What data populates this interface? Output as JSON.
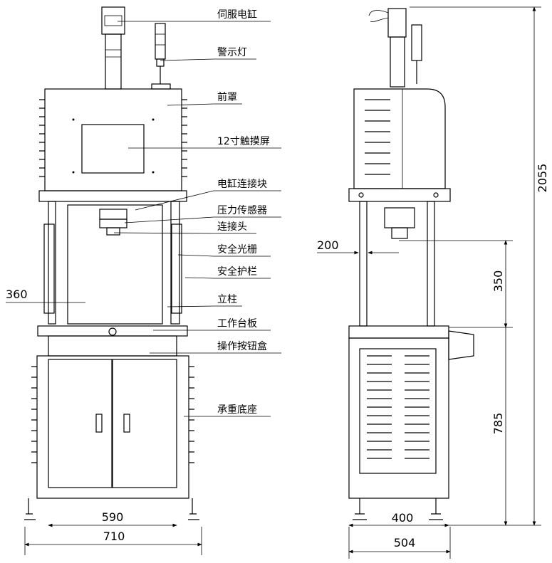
{
  "labels": {
    "servo_cylinder": "伺服电缸",
    "warning_light": "警示灯",
    "front_cover": "前罩",
    "touch_screen": "12寸触摸屏",
    "cylinder_block": "电缸连接块",
    "pressure_sensor": "压力传感器",
    "connector": "连接头",
    "light_curtain": "安全光栅",
    "guard_rail": "安全护栏",
    "column": "立柱",
    "worktable": "工作台板",
    "button_box": "操作按钮盒",
    "base": "承重底座"
  },
  "dimensions": {
    "front_inner_height": "360",
    "front_inner_width": "590",
    "front_total_width": "710",
    "side_stroke_offset": "200",
    "side_open_height": "350",
    "side_table_height": "785",
    "total_height": "2055",
    "side_inner_depth": "400",
    "side_total_depth": "504"
  }
}
